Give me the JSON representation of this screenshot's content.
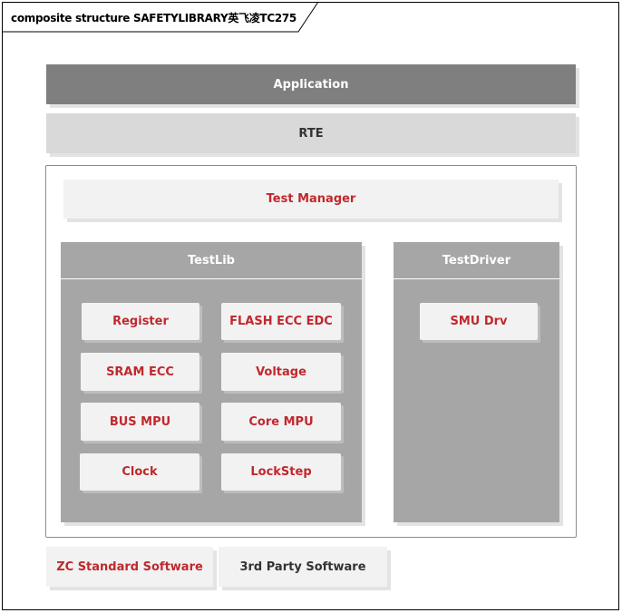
{
  "diagram_title": "composite structure SAFETYLIBRARY英飞凌TC275",
  "layers": {
    "application": "Application",
    "rte": "RTE",
    "test_manager": "Test Manager"
  },
  "testlib": {
    "title": "TestLib",
    "items": [
      "Register",
      "FLASH ECC EDC",
      "SRAM ECC",
      "Voltage",
      "BUS MPU",
      "Core MPU",
      "Clock",
      "LockStep"
    ]
  },
  "testdriver": {
    "title": "TestDriver",
    "items": [
      "SMU Drv"
    ]
  },
  "bottom": {
    "zc_standard": "ZC Standard Software",
    "third_party": "3rd Party Software"
  },
  "colors": {
    "accent_text": "#c0282d",
    "application_fill": "#7f7f7f",
    "rte_fill": "#d9d9d9",
    "panel_fill": "#a6a6a6",
    "item_fill": "#f2f2f2"
  }
}
